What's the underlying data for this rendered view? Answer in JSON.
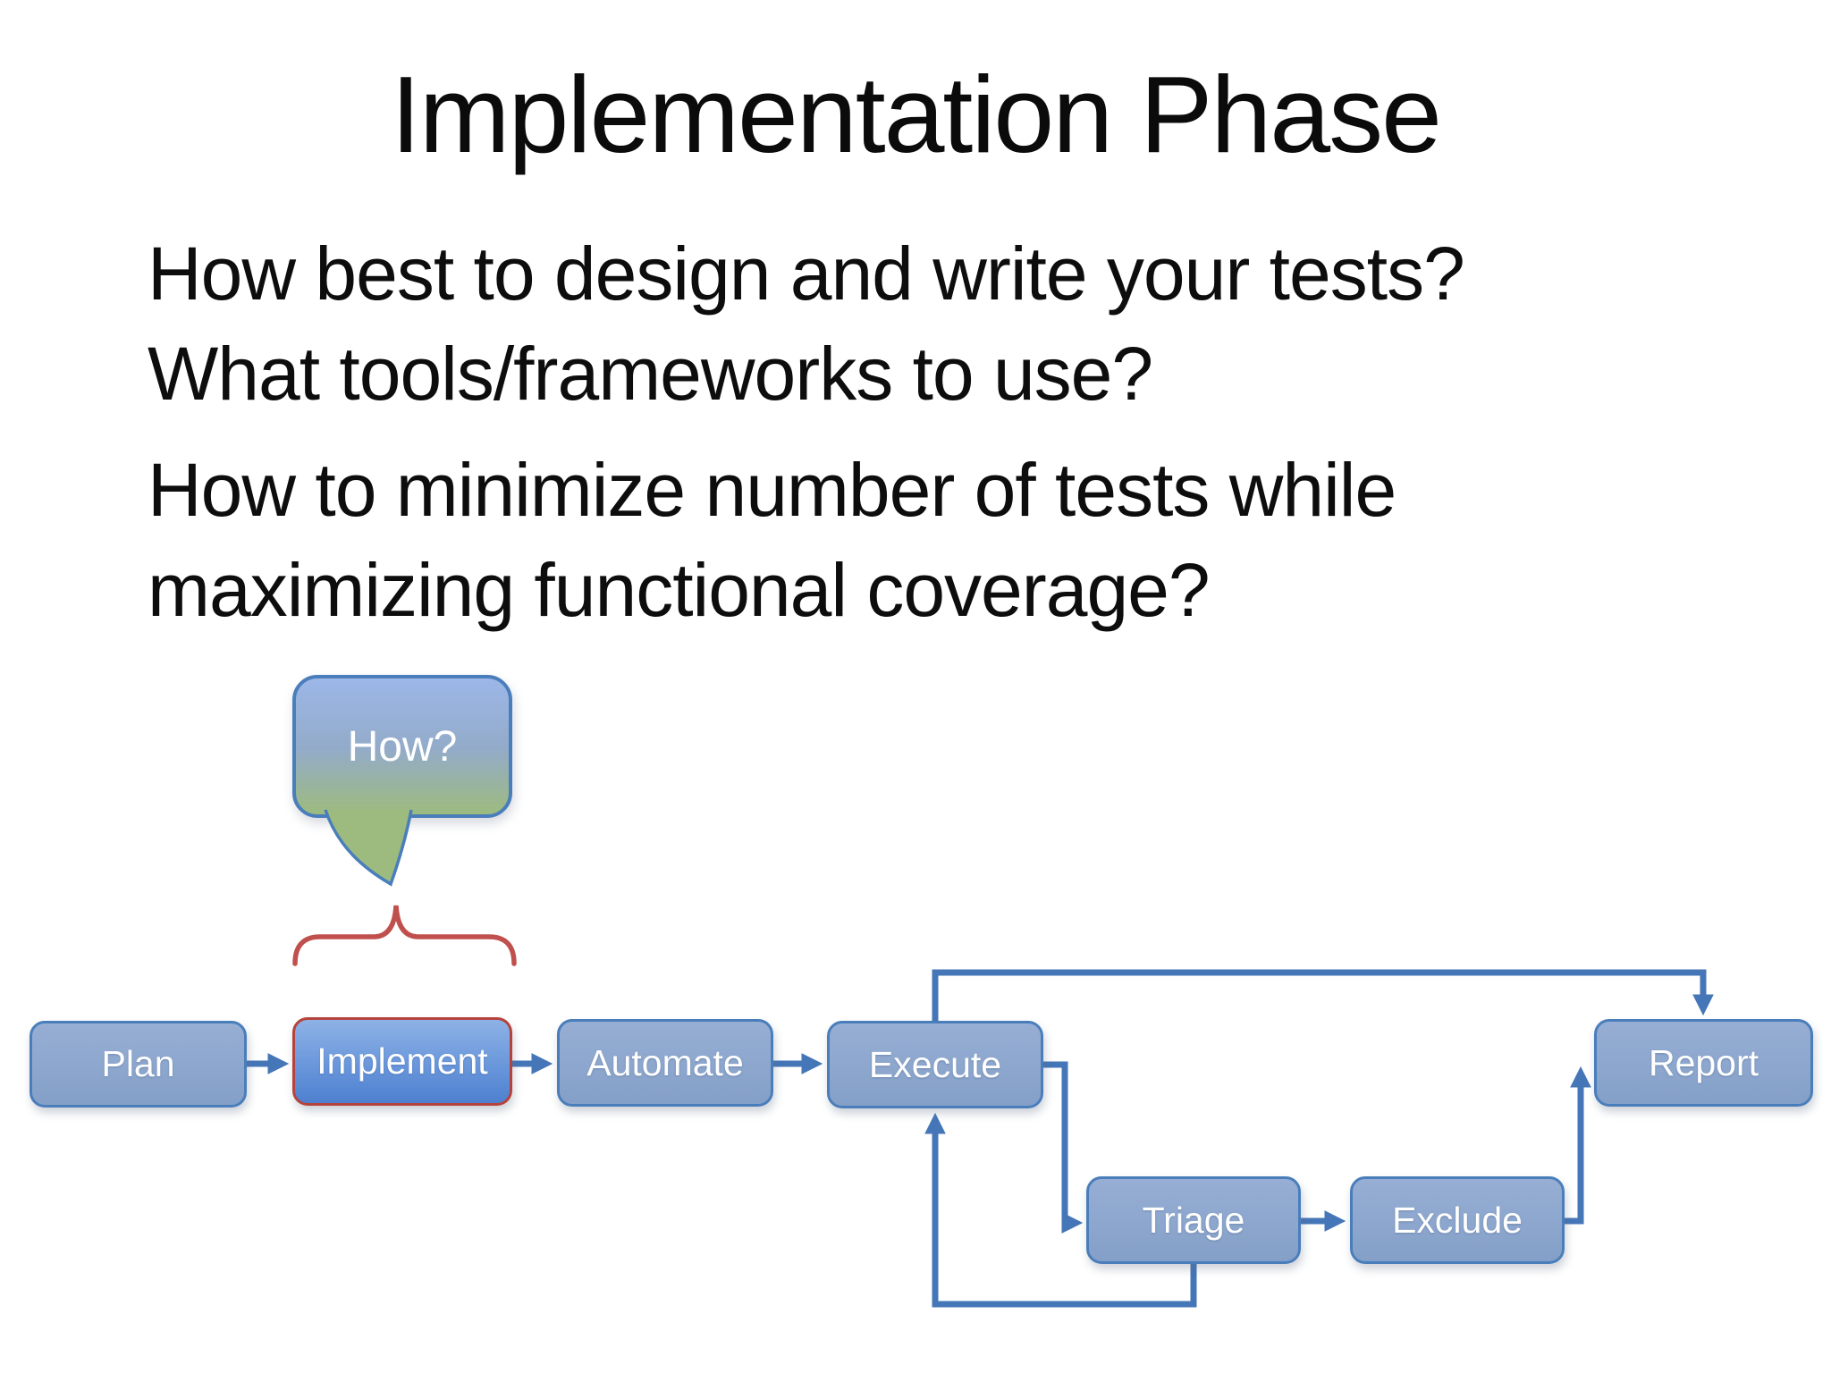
{
  "slide": {
    "title": "Implementation Phase",
    "questions": [
      "How best to design and write your tests?\nWhat tools/frameworks to use?",
      "How to minimize number of tests while\nmaximizing functional coverage?"
    ]
  },
  "diagram": {
    "callout": {
      "label": "How?"
    },
    "nodes": [
      {
        "id": "plan",
        "label": "Plan"
      },
      {
        "id": "implement",
        "label": "Implement",
        "highlighted": true
      },
      {
        "id": "automate",
        "label": "Automate"
      },
      {
        "id": "execute",
        "label": "Execute"
      },
      {
        "id": "report",
        "label": "Report"
      },
      {
        "id": "triage",
        "label": "Triage"
      },
      {
        "id": "exclude",
        "label": "Exclude"
      }
    ],
    "edges": [
      {
        "from": "plan",
        "to": "implement"
      },
      {
        "from": "implement",
        "to": "automate"
      },
      {
        "from": "automate",
        "to": "execute"
      },
      {
        "from": "execute",
        "to": "report"
      },
      {
        "from": "execute",
        "to": "triage"
      },
      {
        "from": "triage",
        "to": "exclude"
      },
      {
        "from": "exclude",
        "to": "report"
      },
      {
        "from": "triage",
        "to": "execute"
      }
    ],
    "colors": {
      "node_fill_top": "#97aed4",
      "node_fill_bottom": "#84a0c8",
      "node_border": "#4a7ebb",
      "connector": "#4576b8",
      "highlight_border": "#b5433d",
      "highlight_fill_top": "#8db2e6",
      "highlight_fill_bottom": "#4d80d0",
      "brace": "#c0504d",
      "callout_top": "#9cb7e8",
      "callout_bottom": "#9dbb7e"
    }
  }
}
